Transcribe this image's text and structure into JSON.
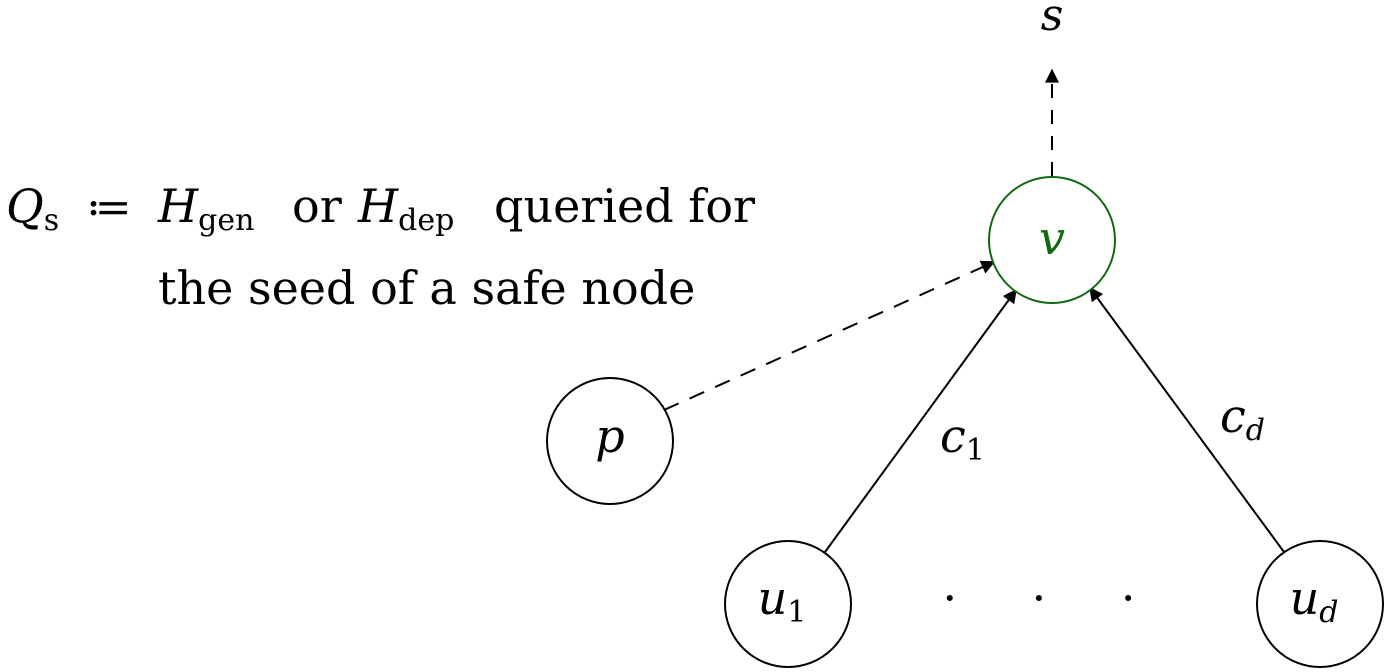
{
  "formula": {
    "Q": "Q",
    "Q_sub": "s",
    "assign": "≔",
    "H1": "H",
    "H1_sub": "gen",
    "or": "or",
    "H2": "H",
    "H2_sub": "dep",
    "rest_line1": "queried for",
    "line2": "the seed of a safe node"
  },
  "nodes": {
    "v": "v",
    "p": "p",
    "u1": "u",
    "u1_sub": "1",
    "ud": "u",
    "ud_sub": "d"
  },
  "edges": {
    "c1": "c",
    "c1_sub": "1",
    "cd": "c",
    "cd_sub": "d",
    "s": "s"
  },
  "ellipsis": "· · ·",
  "colors": {
    "highlight": "#0d6b0d",
    "stroke": "#000000"
  }
}
